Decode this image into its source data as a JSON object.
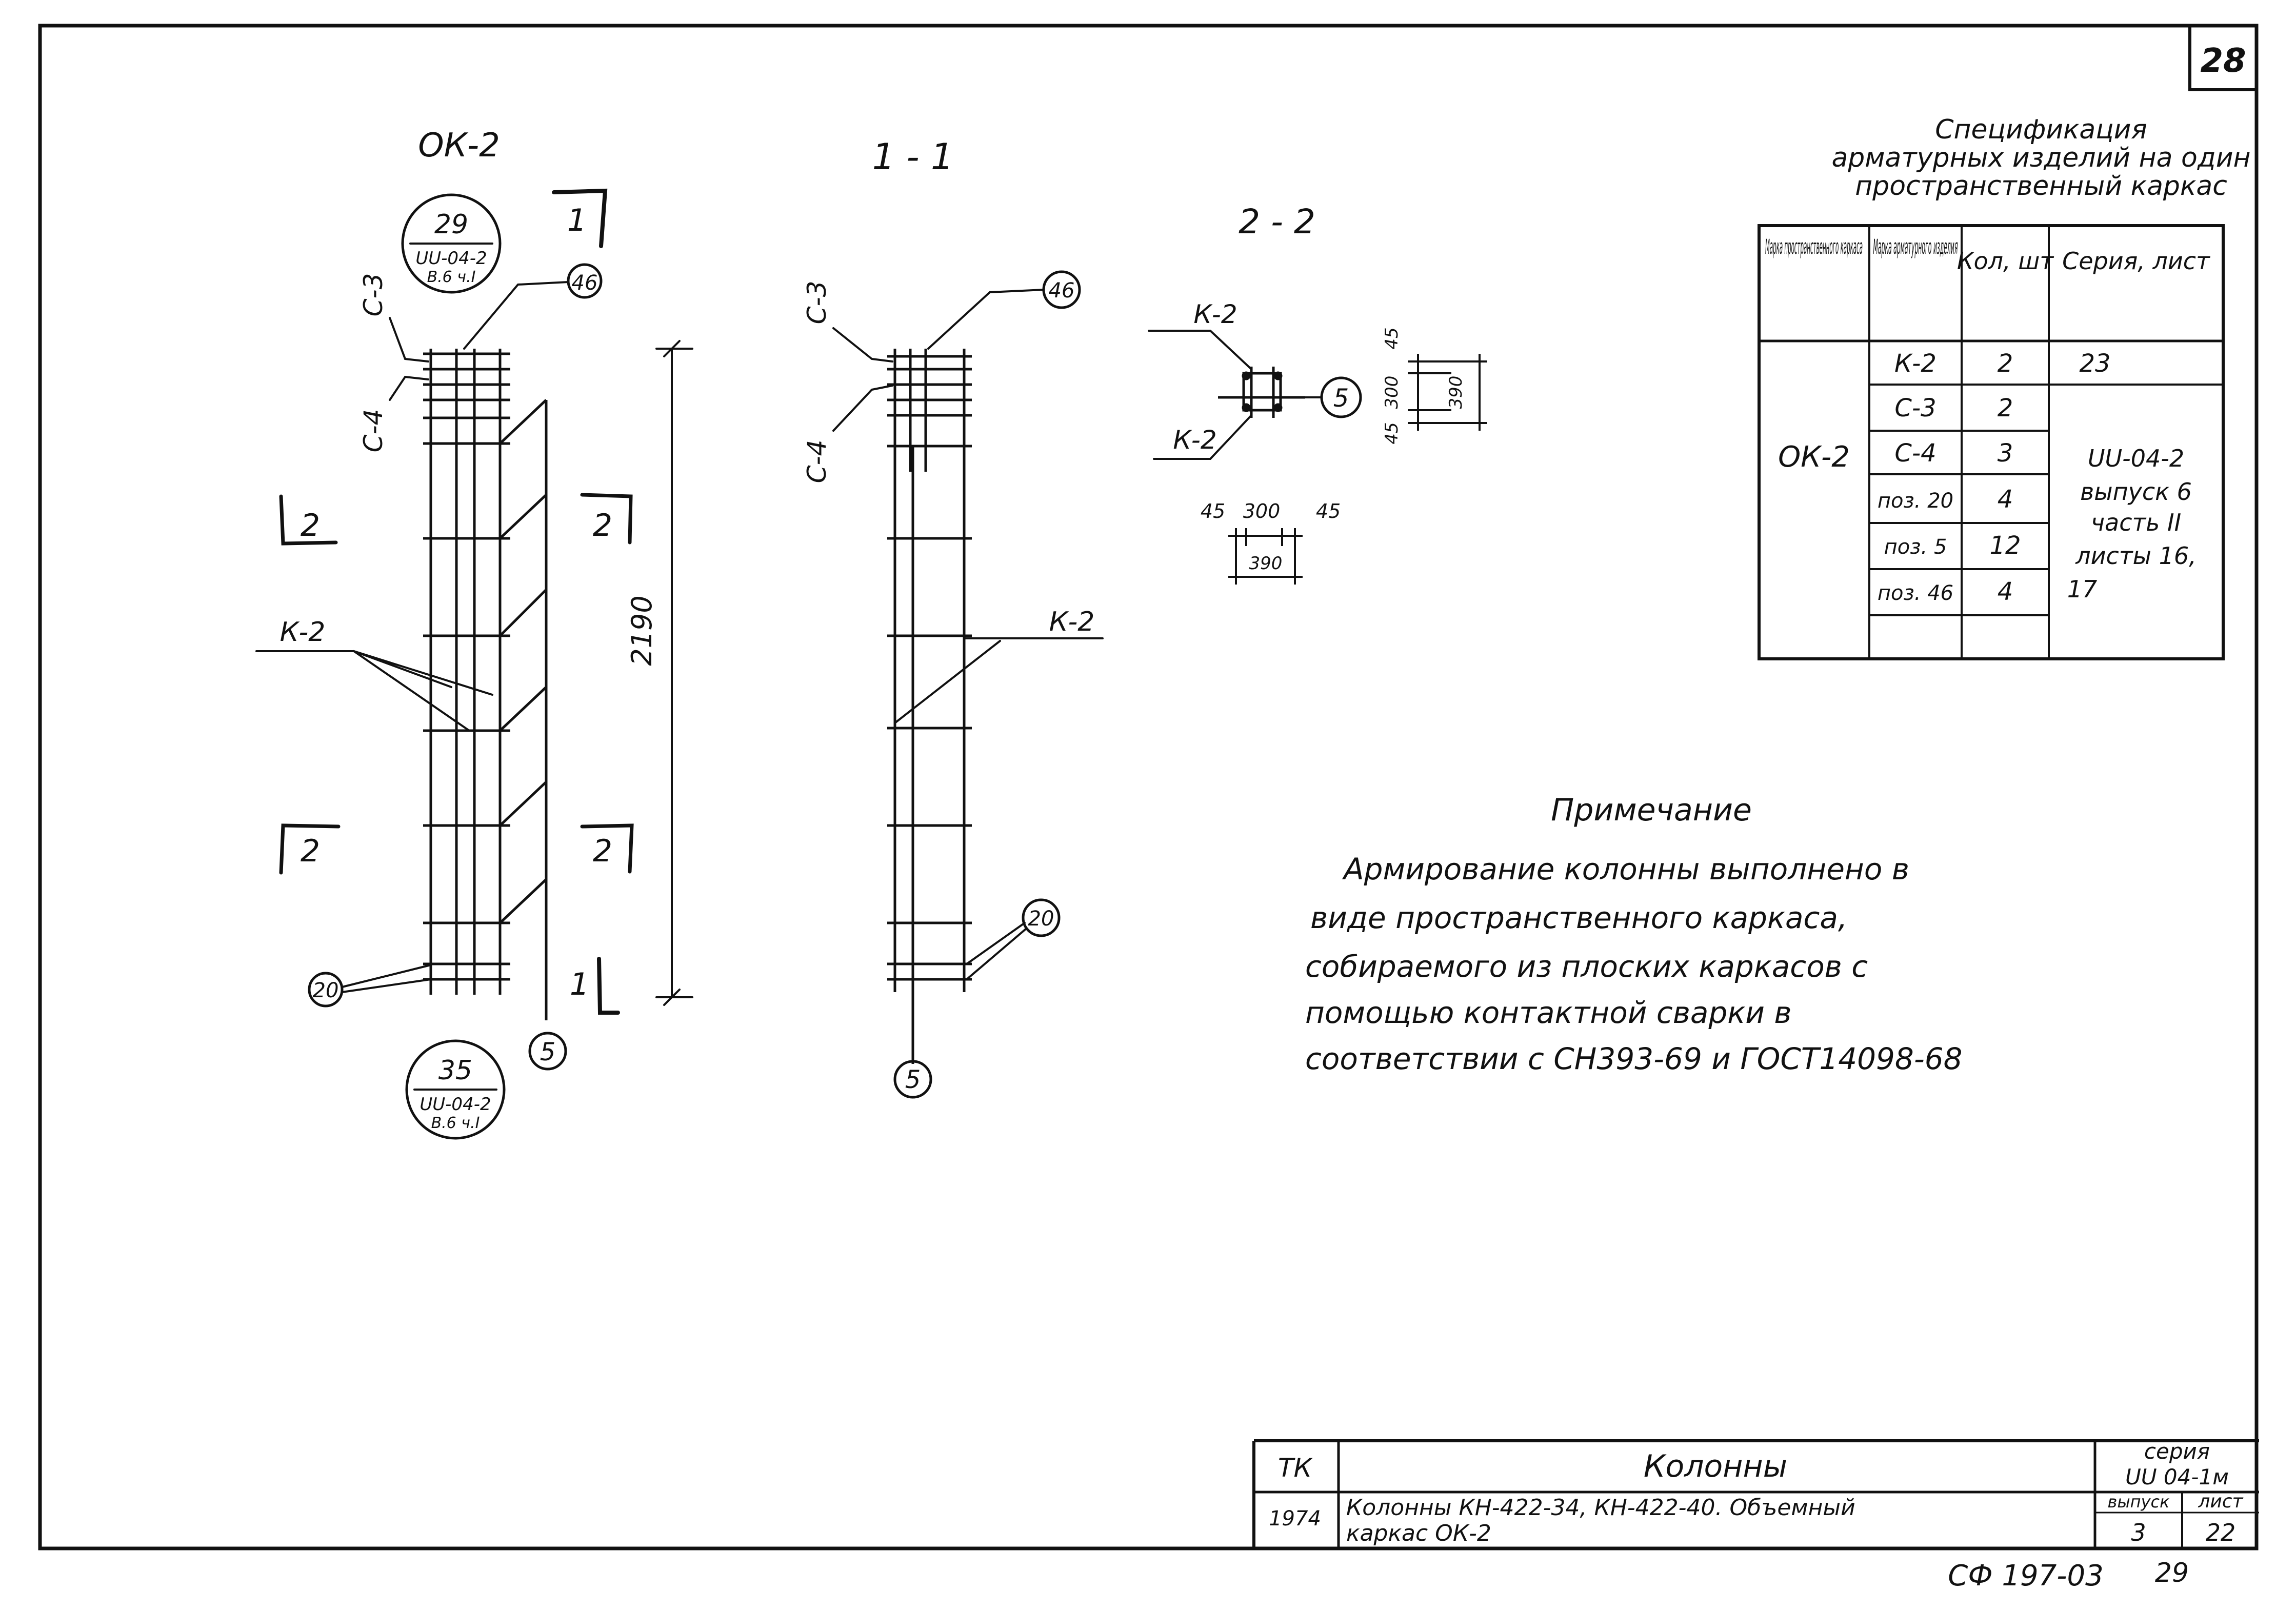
{
  "sheet_number": "28",
  "views": {
    "elevation_title": "ОК-2",
    "section_1_title": "1 - 1",
    "section_2_title": "2 - 2"
  },
  "callouts": {
    "top_ref": {
      "num": "29",
      "series": "UU-04-2",
      "part": "В.6 ч.I"
    },
    "bottom_ref": {
      "num": "35",
      "series": "UU-04-2",
      "part": "В.6 ч.I"
    }
  },
  "labels": {
    "c3": "С-3",
    "c4": "С-4",
    "k2": "К-2",
    "pos_46": "46",
    "pos_20": "20",
    "pos_5": "5",
    "cut_1": "1",
    "cut_2": "2",
    "height_dim": "2190",
    "dim_45": "45",
    "dim_300": "300",
    "dim_390": "390"
  },
  "spec": {
    "title_lines": [
      "Спецификация",
      "арматурных изделий на один",
      "пространственный каркас"
    ],
    "headers": [
      "Марка пространственного каркаса",
      "Марка арматурного изделия",
      "Кол, шт",
      "Серия, лист"
    ],
    "frame_mark": "ОК-2",
    "rows": [
      {
        "item": "К-2",
        "qty": "2",
        "series": "23"
      },
      {
        "item": "С-3",
        "qty": "2",
        "series": ""
      },
      {
        "item": "С-4",
        "qty": "3",
        "series": ""
      },
      {
        "item": "поз. 20",
        "qty": "4",
        "series": ""
      },
      {
        "item": "поз. 5",
        "qty": "12",
        "series": ""
      },
      {
        "item": "поз. 46",
        "qty": "4",
        "series": ""
      },
      {
        "item": "",
        "qty": "",
        "series": ""
      }
    ],
    "series_note_lines": [
      "UU-04-2",
      "выпуск 6",
      "часть II",
      "листы 16,",
      "17"
    ]
  },
  "note": {
    "title": "Примечание",
    "lines": [
      "Армирование колонны выполнено в",
      "виде пространственного каркаса,",
      "собираемого из плоских каркасов с",
      "помощью контактной сварки в",
      "соответствии с СН393-69 и ГОСТ14098-68"
    ]
  },
  "titleblock": {
    "org": "ТК",
    "title": "Колонны",
    "series_label": "серия",
    "series_value": "UU 04-1м",
    "year": "1974",
    "desc_line1": "Колонны КН-422-34, КН-422-40. Объемный",
    "desc_line2": "каркас ОК-2",
    "issue_label": "выпуск",
    "sheet_label": "лист",
    "issue_value": "3",
    "sheet_value": "22"
  },
  "footer": {
    "doc_code": "СФ 197-03",
    "page": "29"
  }
}
